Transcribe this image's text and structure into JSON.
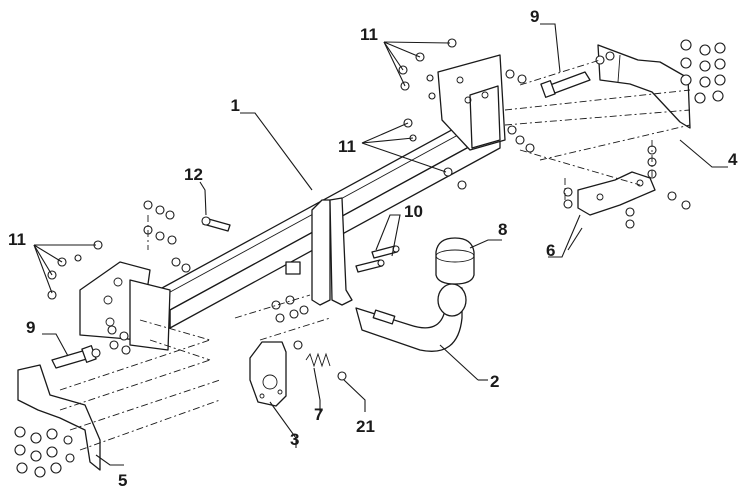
{
  "callouts": {
    "c1": "1",
    "c2": "2",
    "c3": "3",
    "c4": "4",
    "c5": "5",
    "c6": "6",
    "c7": "7",
    "c8": "8",
    "c9a": "9",
    "c9b": "9",
    "c10": "10",
    "c11a": "11",
    "c11b": "11",
    "c11c": "11",
    "c12": "12",
    "c21": "21"
  },
  "colors": {
    "line": "#1a1a1a",
    "background": "#ffffff"
  }
}
